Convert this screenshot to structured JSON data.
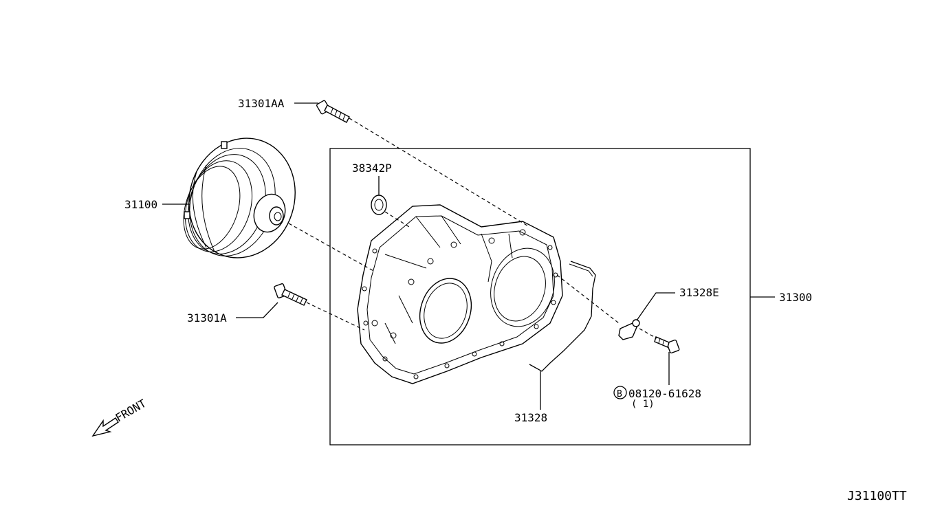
{
  "labels": {
    "bolt_aa": "31301AA",
    "seal": "38342P",
    "converter": "31100",
    "bolt_a": "31301A",
    "clip_e": "31328E",
    "case": "31300",
    "bolt_b_code": "08120-61628",
    "bolt_b_qty": "( 1)",
    "bolt_b_symbol": "B",
    "pipe": "31328",
    "front": "FRONT",
    "diagram_code": "J31100TT"
  }
}
